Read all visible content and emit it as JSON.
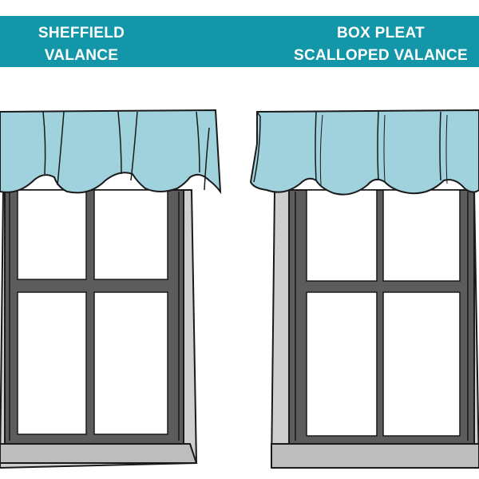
{
  "panels": [
    {
      "title_line1": "SHEFFIELD",
      "title_line2": "VALANCE",
      "illustration": "sheffield-valance-window"
    },
    {
      "title_line1": "BOX PLEAT",
      "title_line2": "SCALLOPED VALANCE",
      "illustration": "box-pleat-scalloped-valance-window"
    }
  ],
  "colors": {
    "header_band": "#1396a8",
    "header_text": "#ffffff",
    "valance_fabric": "#9fd2dc",
    "window_frame": "#5c5c5c",
    "window_shadow": "#cfcfcf",
    "glass": "#ffffff",
    "outline": "#1a1a1a"
  }
}
